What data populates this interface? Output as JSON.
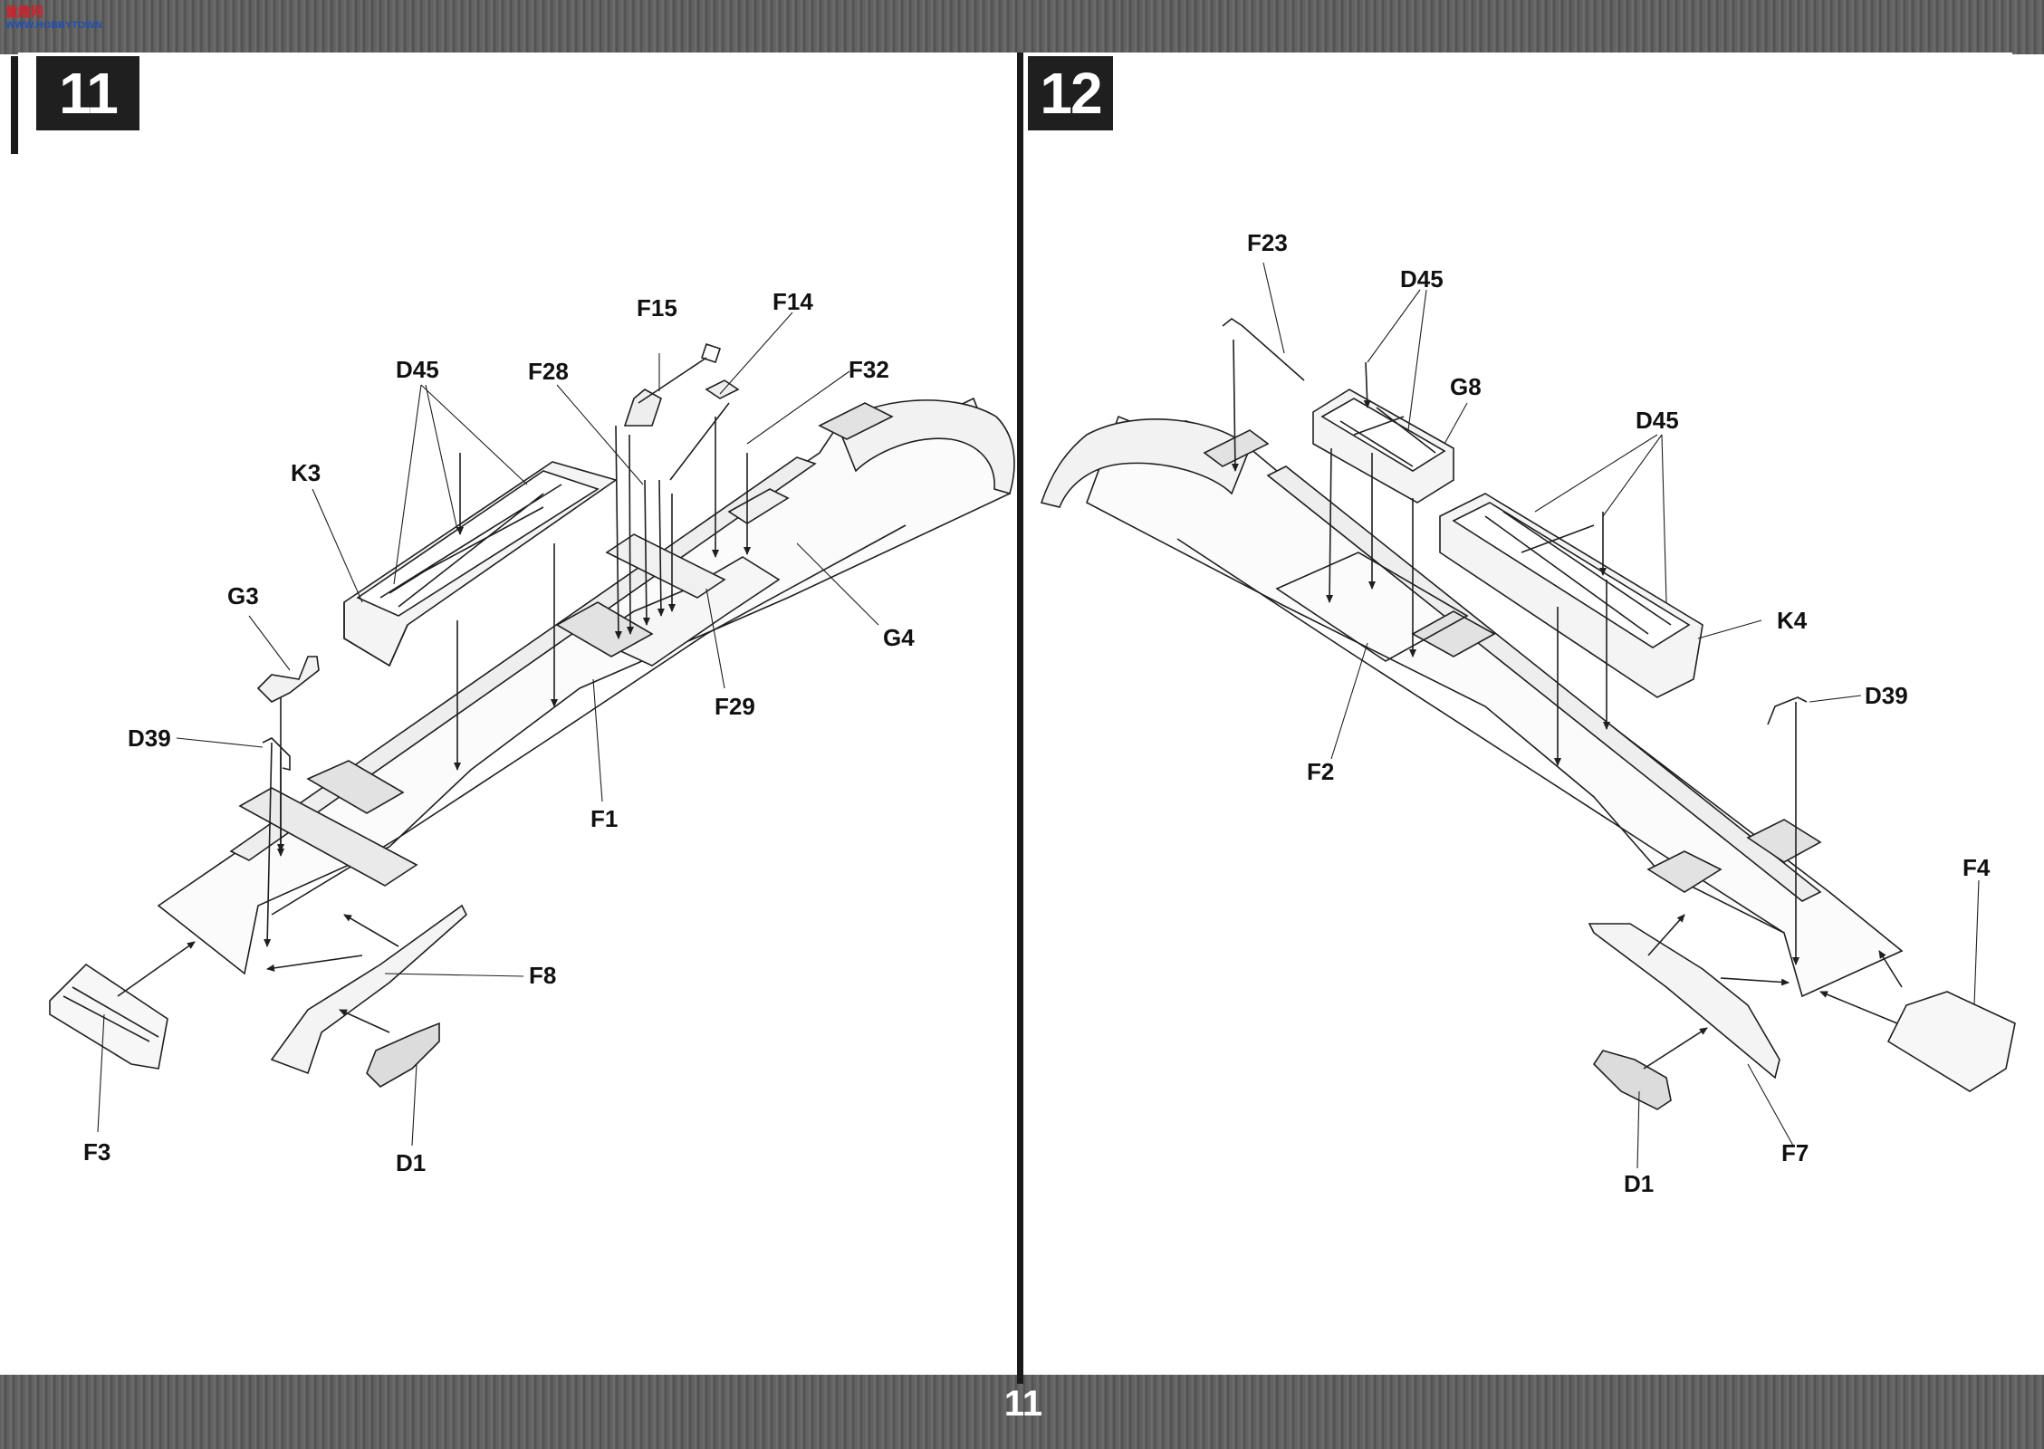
{
  "logo": {
    "line1": "童趣网",
    "line2": "WWW.HOBBYTOWN"
  },
  "steps": {
    "left": "11",
    "right": "12"
  },
  "page_number": "11",
  "labels": {
    "f15": "F15",
    "f14": "F14",
    "d45_left": "D45",
    "f28": "F28",
    "f32": "F32",
    "k3": "K3",
    "g3": "G3",
    "g4": "G4",
    "f29": "F29",
    "d39_left": "D39",
    "f1": "F1",
    "f8": "F8",
    "f3": "F3",
    "d1_left": "D1",
    "f23": "F23",
    "d45_top": "D45",
    "g8": "G8",
    "d45_right": "D45",
    "k4": "K4",
    "d39_right": "D39",
    "f2": "F2",
    "f4": "F4",
    "f7": "F7",
    "d1_right": "D1"
  },
  "colors": {
    "ink": "#1f1f1f",
    "band": "#5e5e5e",
    "paper": "#ffffff"
  }
}
